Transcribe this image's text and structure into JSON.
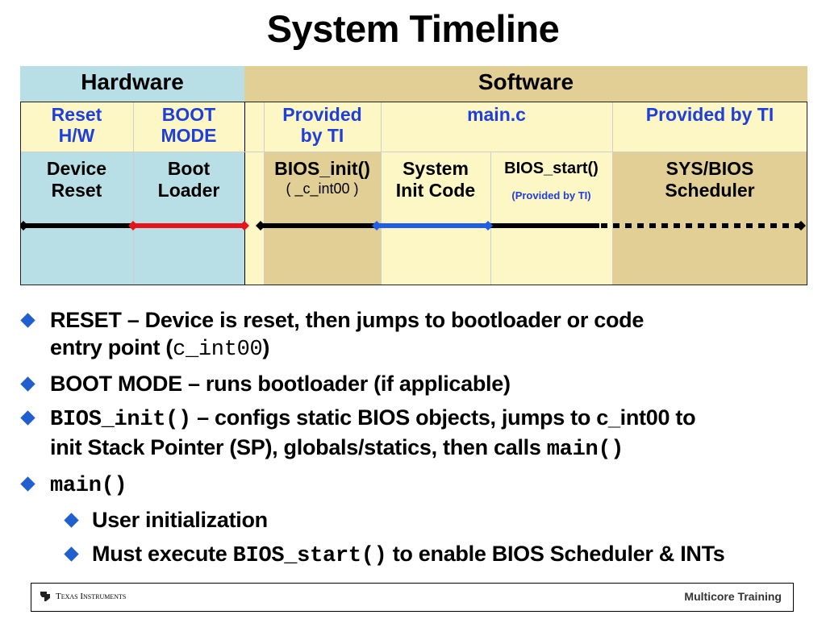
{
  "title": "System Timeline",
  "header": {
    "hardware": "Hardware",
    "software": "Software"
  },
  "bands": {
    "reset_hw": [
      "Reset",
      "H/W"
    ],
    "boot_mode": [
      "BOOT",
      "MODE"
    ],
    "provided_ti_1": [
      "Provided",
      "by TI"
    ],
    "main_c": "main.c",
    "provided_ti_2": "Provided by TI"
  },
  "columns": {
    "device_reset": [
      "Device",
      "Reset"
    ],
    "boot_loader": [
      "Boot",
      "Loader"
    ],
    "bios_init": "BIOS_init()",
    "bios_init_sub": "( _c_int00 )",
    "system_init": [
      "System",
      "Init Code"
    ],
    "bios_start": "BIOS_start()",
    "bios_start_sub": "(Provided by TI)",
    "sysbios": [
      "SYS/BIOS",
      "Scheduler"
    ]
  },
  "colors": {
    "accent_blue": "#1f3fd9",
    "bullet": "#1f5fd0",
    "hw_bg": "#b9dfe6",
    "sw_bg": "#e2cf96",
    "band_bg": "#fdf7c6",
    "red_line": "#e8141b",
    "blue_line": "#1e5fe6"
  },
  "bullets": [
    {
      "parts": [
        "RESET – Device is reset, then jumps to bootloader or code",
        "entry point (",
        "c_int00",
        ")"
      ]
    },
    {
      "text": "BOOT MODE – runs bootloader (if applicable)"
    },
    {
      "parts": [
        "BIOS_init()",
        " – configs static BIOS objects, jumps to c_int00 to",
        "init Stack Pointer (SP), globals/statics, then calls ",
        "main()"
      ]
    },
    {
      "code": "main()"
    },
    {
      "text": "User initialization"
    },
    {
      "parts": [
        "Must execute ",
        "BIOS_start()",
        " to enable BIOS Scheduler & INTs"
      ]
    }
  ],
  "footer": {
    "logo_text": "Texas Instruments",
    "right": "Multicore Training"
  }
}
